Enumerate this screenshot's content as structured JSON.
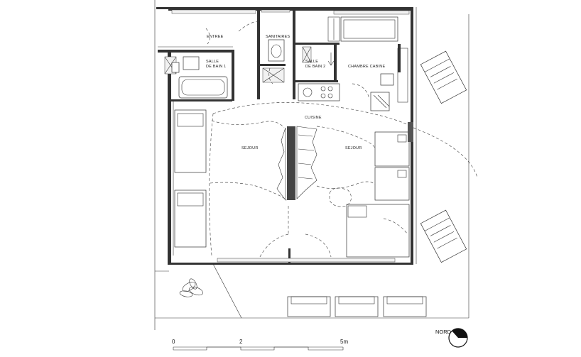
{
  "rooms": {
    "entree": "ENTREE",
    "sanitaires": "SANITAIRES",
    "salle_bain_1_l1": "SALLE",
    "salle_bain_1_l2": "DE BAIN 1",
    "salle_bain_2_l1": "SALLE",
    "salle_bain_2_l2": "DE BAIN 2",
    "chambre_cabine": "CHAMBRE CABINE",
    "cuisine": "CUISINE",
    "sejour_left": "SEJOUR",
    "sejour_right": "SEJOUR"
  },
  "scale_bar": {
    "label_0": "0",
    "label_2": "2",
    "label_5": "5m"
  },
  "north": {
    "label": "NORD"
  }
}
